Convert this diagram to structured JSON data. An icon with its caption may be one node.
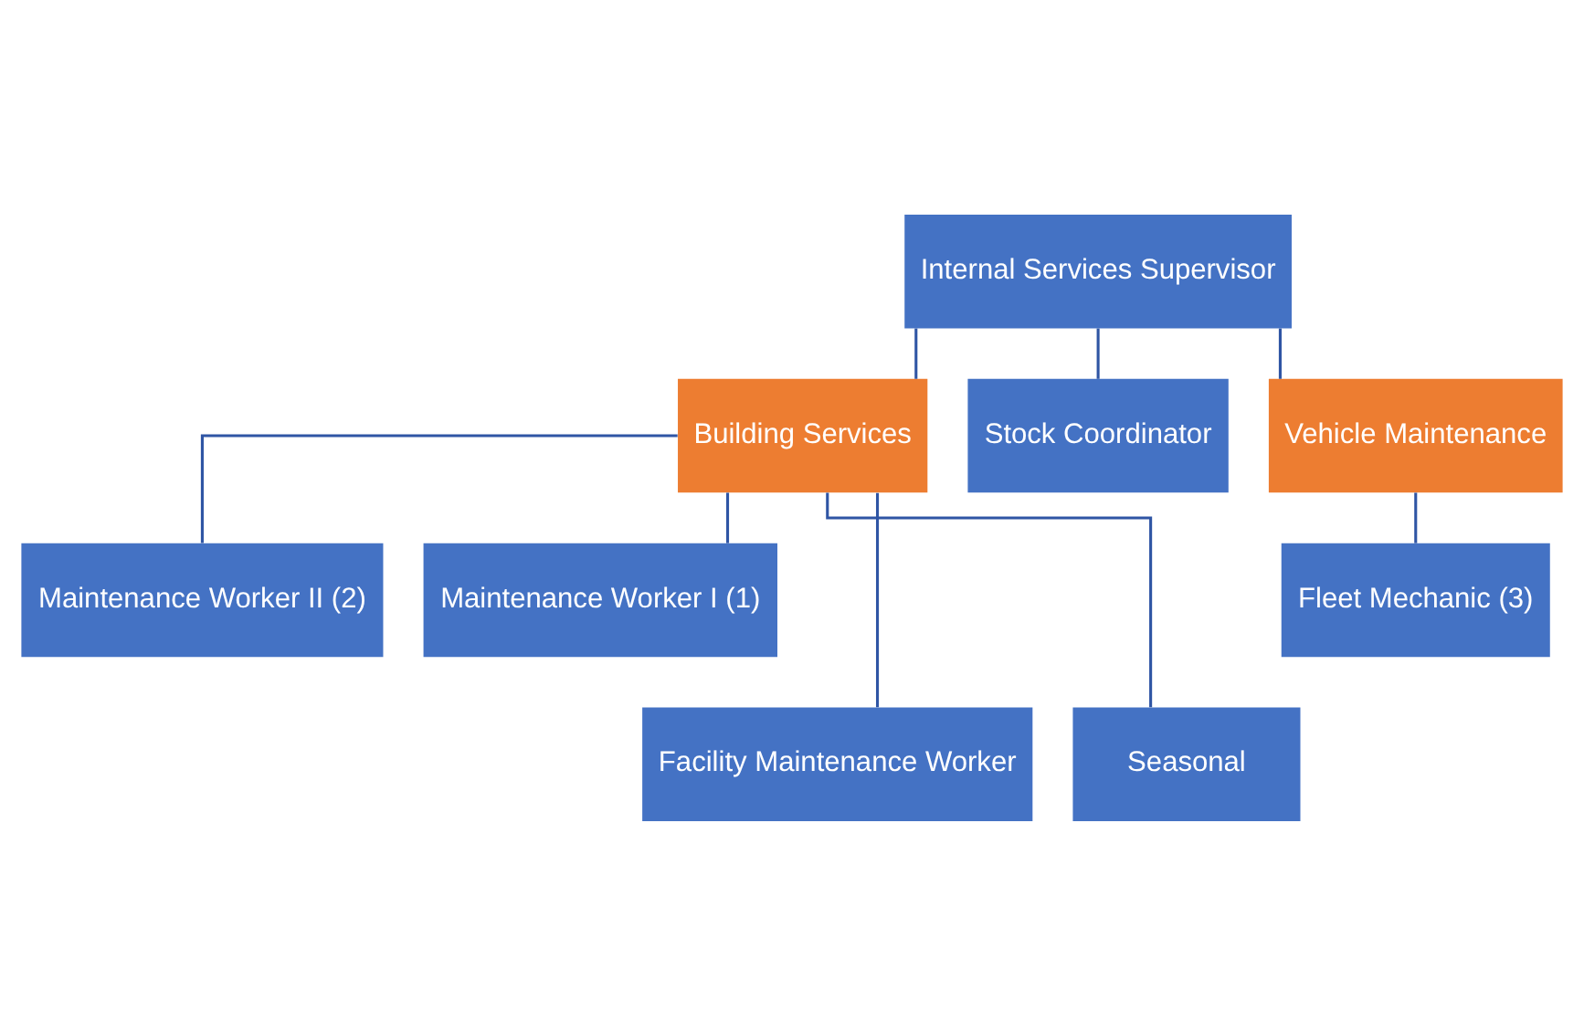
{
  "diagram": {
    "nodes": [
      {
        "text": [
          "Internal Services Supervisor"
        ]
      },
      {
        "text": [
          "Building Services"
        ]
      },
      {
        "text": [
          "Stock Coordinator"
        ]
      },
      {
        "text": [
          "Vehicle Maintenance"
        ]
      },
      {
        "text": [
          "Maintenance Worker II (2)"
        ]
      },
      {
        "text": [
          "Maintenance Worker I (1)"
        ]
      },
      {
        "text": [
          "Fleet Mechanic (3)"
        ]
      },
      {
        "text": [
          "Facility Maintenance Worker"
        ]
      },
      {
        "text": [
          "Seasonal"
        ]
      }
    ],
    "edges": [
      {
        "from": 0,
        "to": 1,
        "arrow": "none"
      },
      {
        "from": 0,
        "to": 2,
        "arrow": "none"
      },
      {
        "from": 0,
        "to": 3,
        "arrow": "none"
      },
      {
        "from": 1,
        "to": 4,
        "arrow": "none"
      },
      {
        "from": 1,
        "to": 5,
        "arrow": "none"
      },
      {
        "from": 3,
        "to": 6,
        "arrow": "none"
      },
      {
        "from": 1,
        "to": 7,
        "arrow": "none"
      },
      {
        "from": 1,
        "to": 8,
        "arrow": "none"
      }
    ]
  }
}
